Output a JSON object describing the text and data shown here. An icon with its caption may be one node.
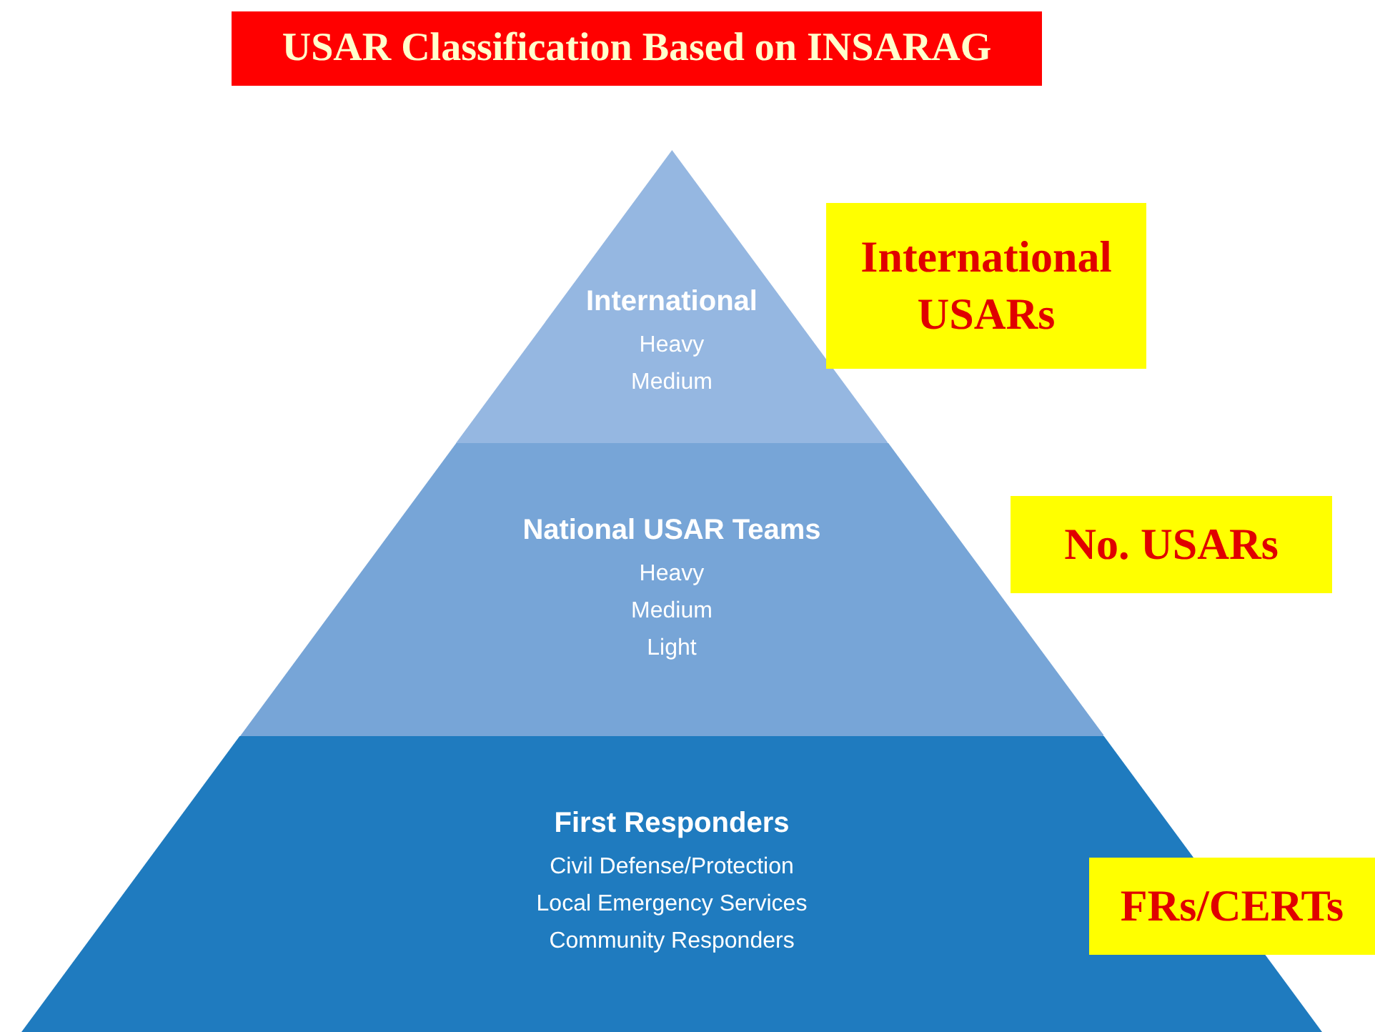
{
  "diagram": {
    "title": "USAR Classification Based on INSARAG",
    "nodes": [
      {
        "text": [
          "International",
          "Heavy",
          "Medium"
        ]
      },
      {
        "text": [
          "National USAR Teams",
          "Heavy",
          "Medium",
          "Light"
        ]
      },
      {
        "text": [
          "First Responders",
          "Civil Defense/Protection",
          "Local Emergency Services",
          "Community Responders"
        ]
      },
      {
        "text": [
          "International USARs"
        ]
      },
      {
        "text": [
          "No. USARs"
        ]
      },
      {
        "text": [
          "FRs/CERTs"
        ]
      }
    ]
  }
}
